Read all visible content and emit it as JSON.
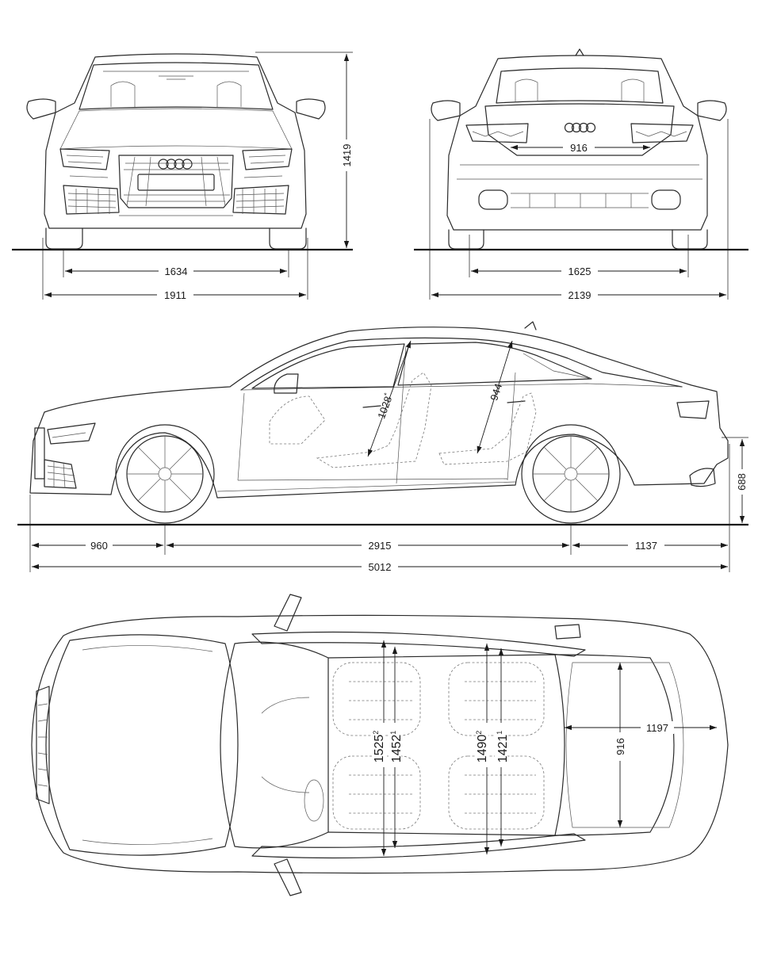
{
  "front_view": {
    "track": "1634",
    "width": "1911",
    "height": "1419"
  },
  "rear_view": {
    "track": "1625",
    "width_incl_mirrors": "2139",
    "tailgate_width": "916"
  },
  "side_view": {
    "front_overhang": "960",
    "wheelbase": "2915",
    "rear_overhang": "1137",
    "length": "5012",
    "boot_sill_height": "688",
    "front_headroom": "1028",
    "front_headroom_mark": "*",
    "rear_headroom": "944"
  },
  "top_view": {
    "front_elbow_width": "1525",
    "front_elbow_note": "2",
    "front_shoulder_width": "1452",
    "front_shoulder_note": "1",
    "rear_elbow_width": "1490",
    "rear_elbow_note": "2",
    "rear_shoulder_width": "1421",
    "rear_shoulder_note": "1",
    "boot_length": "1197",
    "boot_width": "916"
  }
}
